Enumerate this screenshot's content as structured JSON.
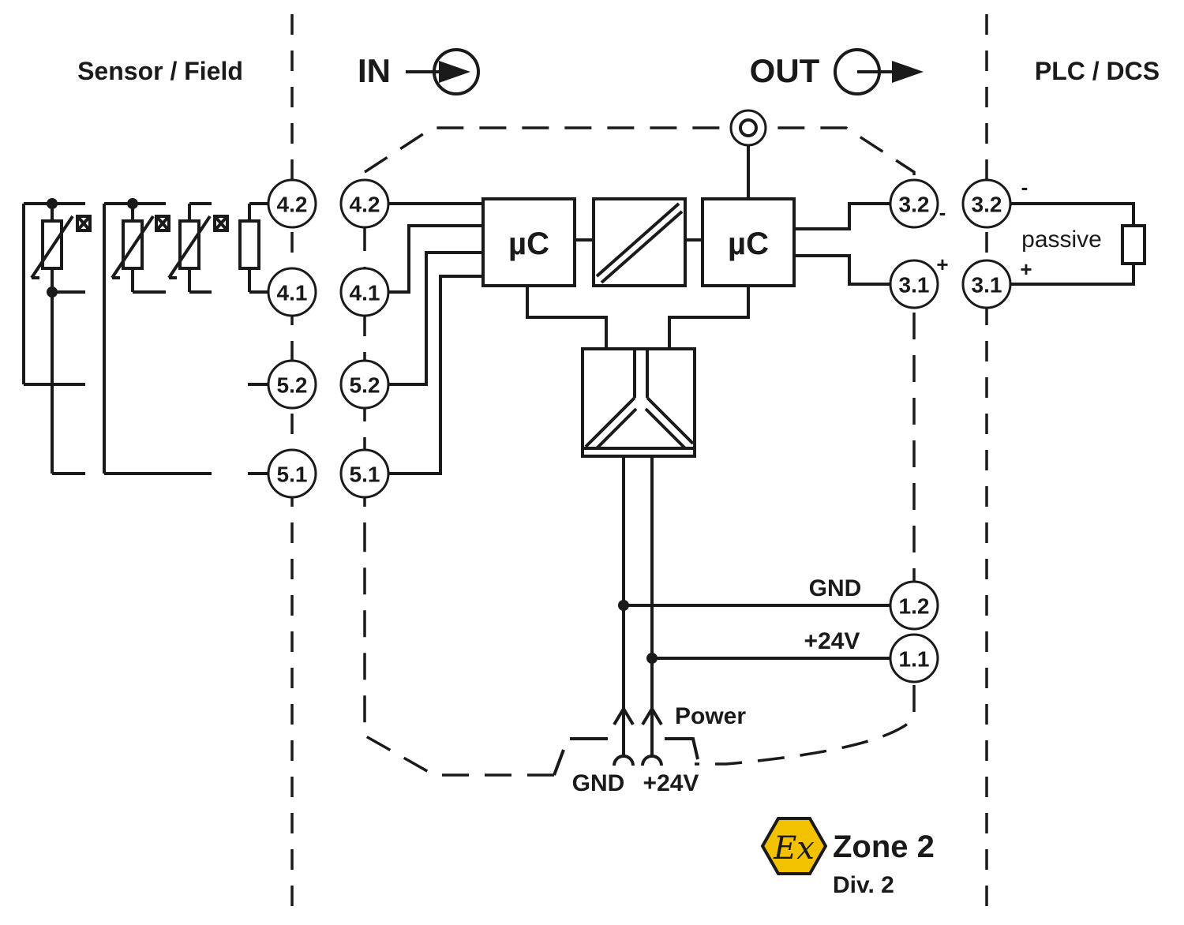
{
  "zones": {
    "sensor_field": "Sensor / Field",
    "plc_dcs": "PLC / DCS"
  },
  "signal_labels": {
    "in": "IN",
    "out": "OUT"
  },
  "blocks": {
    "uc_left": "µC",
    "uc_right": "µC"
  },
  "field_terminals": [
    "4.2",
    "4.1",
    "5.2",
    "5.1"
  ],
  "input_terminals": [
    "4.2",
    "4.1",
    "5.2",
    "5.1"
  ],
  "output_terminals": [
    "3.2",
    "3.1"
  ],
  "power_terminals": [
    "1.2",
    "1.1"
  ],
  "plc_terminals": [
    "3.2",
    "3.1"
  ],
  "output_polarity": {
    "minus": "-",
    "plus": "+"
  },
  "plc_polarity": {
    "minus": "-",
    "plus": "+"
  },
  "load_label": "passive",
  "power_rail": {
    "gnd": "GND",
    "v24": "+24V",
    "power": "Power",
    "bus_gnd": "GND",
    "bus_v24": "+24V"
  },
  "certification": {
    "ex_symbol": "Ex",
    "zone": "Zone 2",
    "division": "Div. 2",
    "color": "#f2c200"
  }
}
